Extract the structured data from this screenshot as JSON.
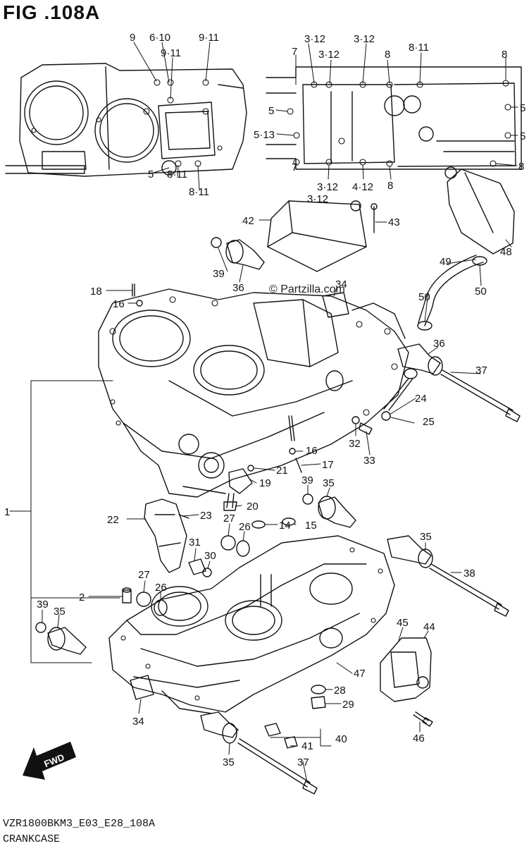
{
  "header": {
    "figure_title": "FIG .108A"
  },
  "watermark": {
    "text": "© Partzilla.com"
  },
  "footer": {
    "code": "VZR1800BKM3_E03_E28_108A",
    "name": "CRANKCASE"
  },
  "fwd_arrow": {
    "text": "FWD",
    "icon": "fwd-arrow-icon"
  },
  "callouts": [
    {
      "id": "c1",
      "text": "9"
    },
    {
      "id": "c2",
      "text": "6·10"
    },
    {
      "id": "c3",
      "text": "9·11"
    },
    {
      "id": "c4",
      "text": "9·11"
    },
    {
      "id": "c5",
      "text": "5"
    },
    {
      "id": "c6",
      "text": "8·11"
    },
    {
      "id": "c7",
      "text": "8·11"
    },
    {
      "id": "c8",
      "text": "3·12"
    },
    {
      "id": "c9",
      "text": "3·12"
    },
    {
      "id": "c10",
      "text": "3·12"
    },
    {
      "id": "c11",
      "text": "7"
    },
    {
      "id": "c12",
      "text": "8"
    },
    {
      "id": "c13",
      "text": "8·11"
    },
    {
      "id": "c14",
      "text": "8"
    },
    {
      "id": "c15",
      "text": "5"
    },
    {
      "id": "c16",
      "text": "5"
    },
    {
      "id": "c17",
      "text": "5·13"
    },
    {
      "id": "c18",
      "text": "5"
    },
    {
      "id": "c19",
      "text": "7"
    },
    {
      "id": "c20",
      "text": "3·12"
    },
    {
      "id": "c21",
      "text": "4·12"
    },
    {
      "id": "c22",
      "text": "8"
    },
    {
      "id": "c23",
      "text": "8"
    },
    {
      "id": "c24",
      "text": "3·12"
    },
    {
      "id": "c25",
      "text": "42"
    },
    {
      "id": "c26",
      "text": "43"
    },
    {
      "id": "c27",
      "text": "48"
    },
    {
      "id": "c28",
      "text": "39"
    },
    {
      "id": "c29",
      "text": "36"
    },
    {
      "id": "c30",
      "text": "49"
    },
    {
      "id": "c31",
      "text": "50"
    },
    {
      "id": "c32",
      "text": "50"
    },
    {
      "id": "c33",
      "text": "18"
    },
    {
      "id": "c34",
      "text": "16"
    },
    {
      "id": "c35",
      "text": "34"
    },
    {
      "id": "c36",
      "text": "36"
    },
    {
      "id": "c37",
      "text": "37"
    },
    {
      "id": "c38",
      "text": "24"
    },
    {
      "id": "c39",
      "text": "25"
    },
    {
      "id": "c40",
      "text": "32"
    },
    {
      "id": "c41",
      "text": "33"
    },
    {
      "id": "c42",
      "text": "16"
    },
    {
      "id": "c43",
      "text": "17"
    },
    {
      "id": "c44",
      "text": "21"
    },
    {
      "id": "c45",
      "text": "19"
    },
    {
      "id": "c46",
      "text": "20"
    },
    {
      "id": "c47",
      "text": "1"
    },
    {
      "id": "c48",
      "text": "39"
    },
    {
      "id": "c49",
      "text": "35"
    },
    {
      "id": "c50",
      "text": "22"
    },
    {
      "id": "c51",
      "text": "23"
    },
    {
      "id": "c52",
      "text": "27"
    },
    {
      "id": "c53",
      "text": "26"
    },
    {
      "id": "c54",
      "text": "14"
    },
    {
      "id": "c55",
      "text": "15"
    },
    {
      "id": "c56",
      "text": "31"
    },
    {
      "id": "c57",
      "text": "30"
    },
    {
      "id": "c58",
      "text": "35"
    },
    {
      "id": "c59",
      "text": "38"
    },
    {
      "id": "c60",
      "text": "2"
    },
    {
      "id": "c61",
      "text": "27"
    },
    {
      "id": "c62",
      "text": "26"
    },
    {
      "id": "c63",
      "text": "39"
    },
    {
      "id": "c64",
      "text": "35"
    },
    {
      "id": "c65",
      "text": "45"
    },
    {
      "id": "c66",
      "text": "44"
    },
    {
      "id": "c67",
      "text": "47"
    },
    {
      "id": "c68",
      "text": "28"
    },
    {
      "id": "c69",
      "text": "29"
    },
    {
      "id": "c70",
      "text": "34"
    },
    {
      "id": "c71",
      "text": "46"
    },
    {
      "id": "c72",
      "text": "40"
    },
    {
      "id": "c73",
      "text": "41"
    },
    {
      "id": "c74",
      "text": "35"
    },
    {
      "id": "c75",
      "text": "37"
    }
  ]
}
